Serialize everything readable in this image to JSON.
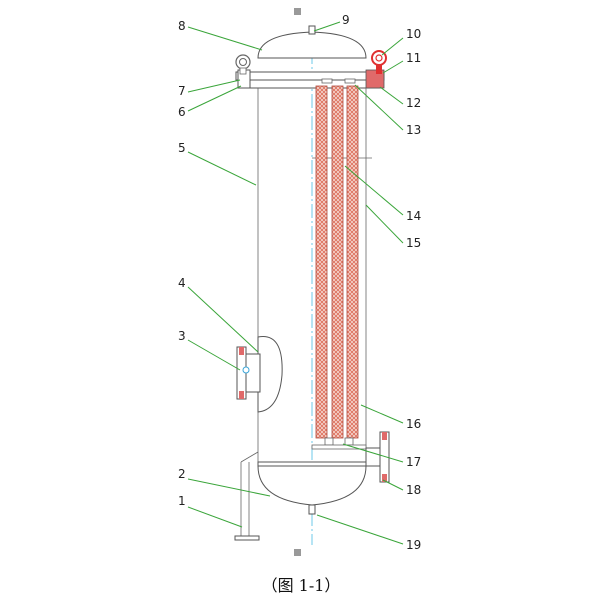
{
  "labels": [
    "1",
    "2",
    "3",
    "4",
    "5",
    "6",
    "7",
    "8",
    "9",
    "10",
    "11",
    "12",
    "13",
    "14",
    "15",
    "16",
    "17",
    "18",
    "19"
  ],
  "caption": "（图 1-1）",
  "colors": {
    "leader": "#3aa53a",
    "outline": "#555555",
    "cartridge": "#e07a66",
    "lifting_lug": "#e03030",
    "flange": "#e06a6a",
    "centerline": "#6cc8e8",
    "marker": "#999999"
  }
}
